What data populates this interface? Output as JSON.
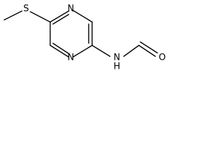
{
  "molecule": {
    "atoms": {
      "sulfur": "S",
      "nitrogen_top": "N",
      "nitrogen_bottom": "N",
      "nitrogen_amide": "N",
      "hydrogen_amide": "H",
      "oxygen": "O"
    }
  },
  "colors": {
    "bond": "#000000",
    "label": "#000000",
    "background": "#ffffff"
  }
}
